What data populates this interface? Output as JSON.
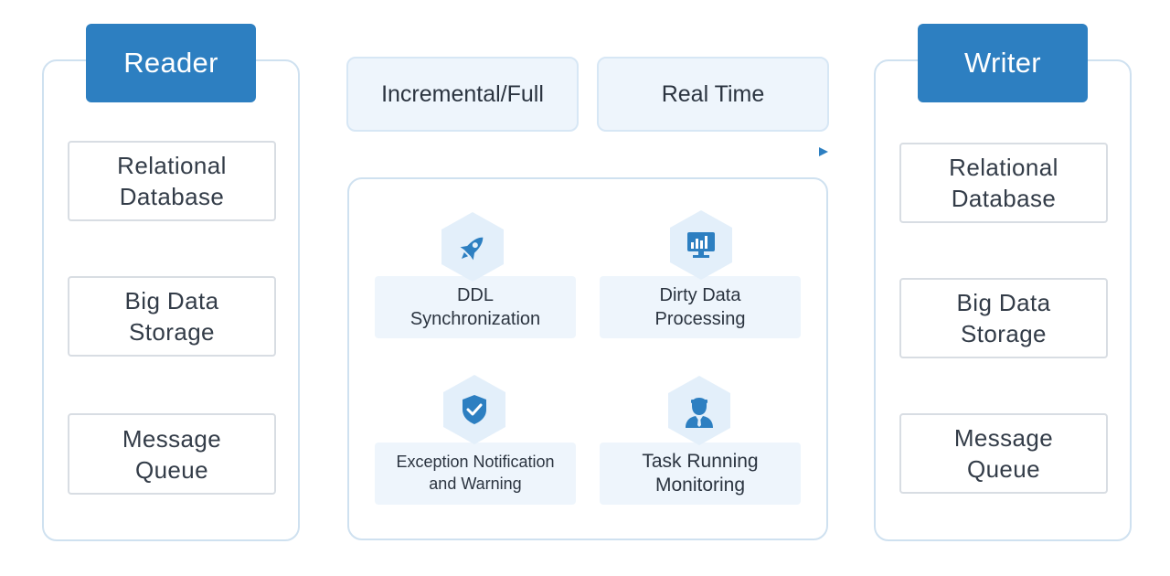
{
  "colors": {
    "accent": "#2d7fc1",
    "panel_border": "#cfe1f0",
    "box_border": "#d8dde3",
    "label_bg": "#eef5fc"
  },
  "reader": {
    "title": "Reader",
    "items": [
      "Relational\nDatabase",
      "Big Data\nStorage",
      "Message\nQueue"
    ]
  },
  "writer": {
    "title": "Writer",
    "items": [
      "Relational\nDatabase",
      "Big Data\nStorage",
      "Message\nQueue"
    ]
  },
  "modes": [
    "Incremental/Full",
    "Real Time"
  ],
  "features": [
    {
      "label": "DDL\nSynchronization",
      "icon": "rocket-icon"
    },
    {
      "label": "Dirty Data\nProcessing",
      "icon": "chart-monitor-icon"
    },
    {
      "label": "Exception Notification\nand Warning",
      "icon": "shield-check-icon"
    },
    {
      "label": "Task Running\nMonitoring",
      "icon": "user-icon"
    }
  ]
}
